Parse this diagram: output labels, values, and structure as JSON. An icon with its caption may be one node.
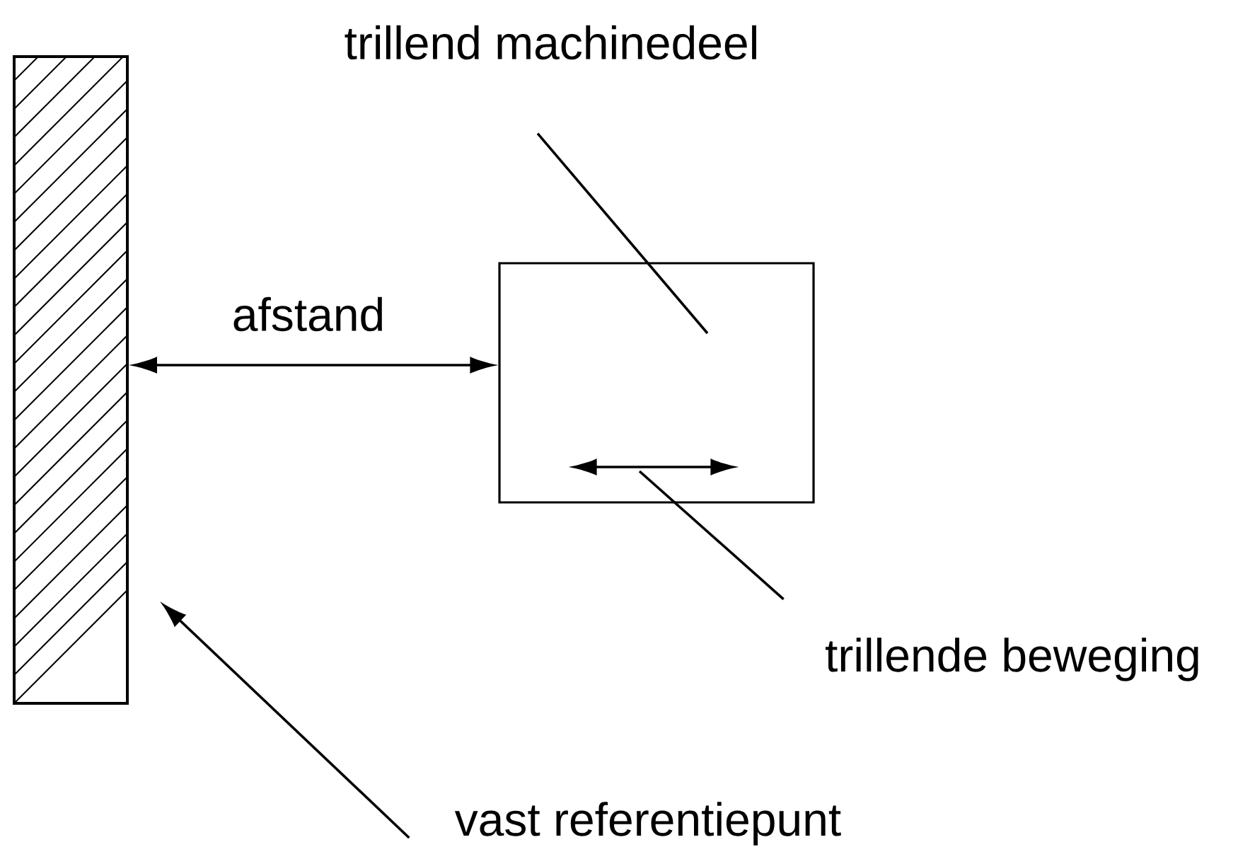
{
  "diagram": {
    "nodes": [
      {
        "text": [],
        "shape": "bar"
      },
      {
        "text": [],
        "shape": "box"
      },
      {
        "text": [
          "trillend machinedeel"
        ]
      },
      {
        "text": [
          "trillende beweging"
        ]
      },
      {
        "text": [
          "vast referentiepunt"
        ]
      },
      {
        "text": [],
        "shape": "arrow",
        "in": 1
      }
    ],
    "edges": [
      {
        "from": 0,
        "to": 1,
        "arrow": "both",
        "label": "afstand"
      },
      {
        "from": 2,
        "to": 1,
        "arrow": "none"
      },
      {
        "from": 3,
        "to": 5,
        "arrow": "none"
      },
      {
        "from": 4,
        "to": 0,
        "arrow": "to"
      }
    ]
  }
}
